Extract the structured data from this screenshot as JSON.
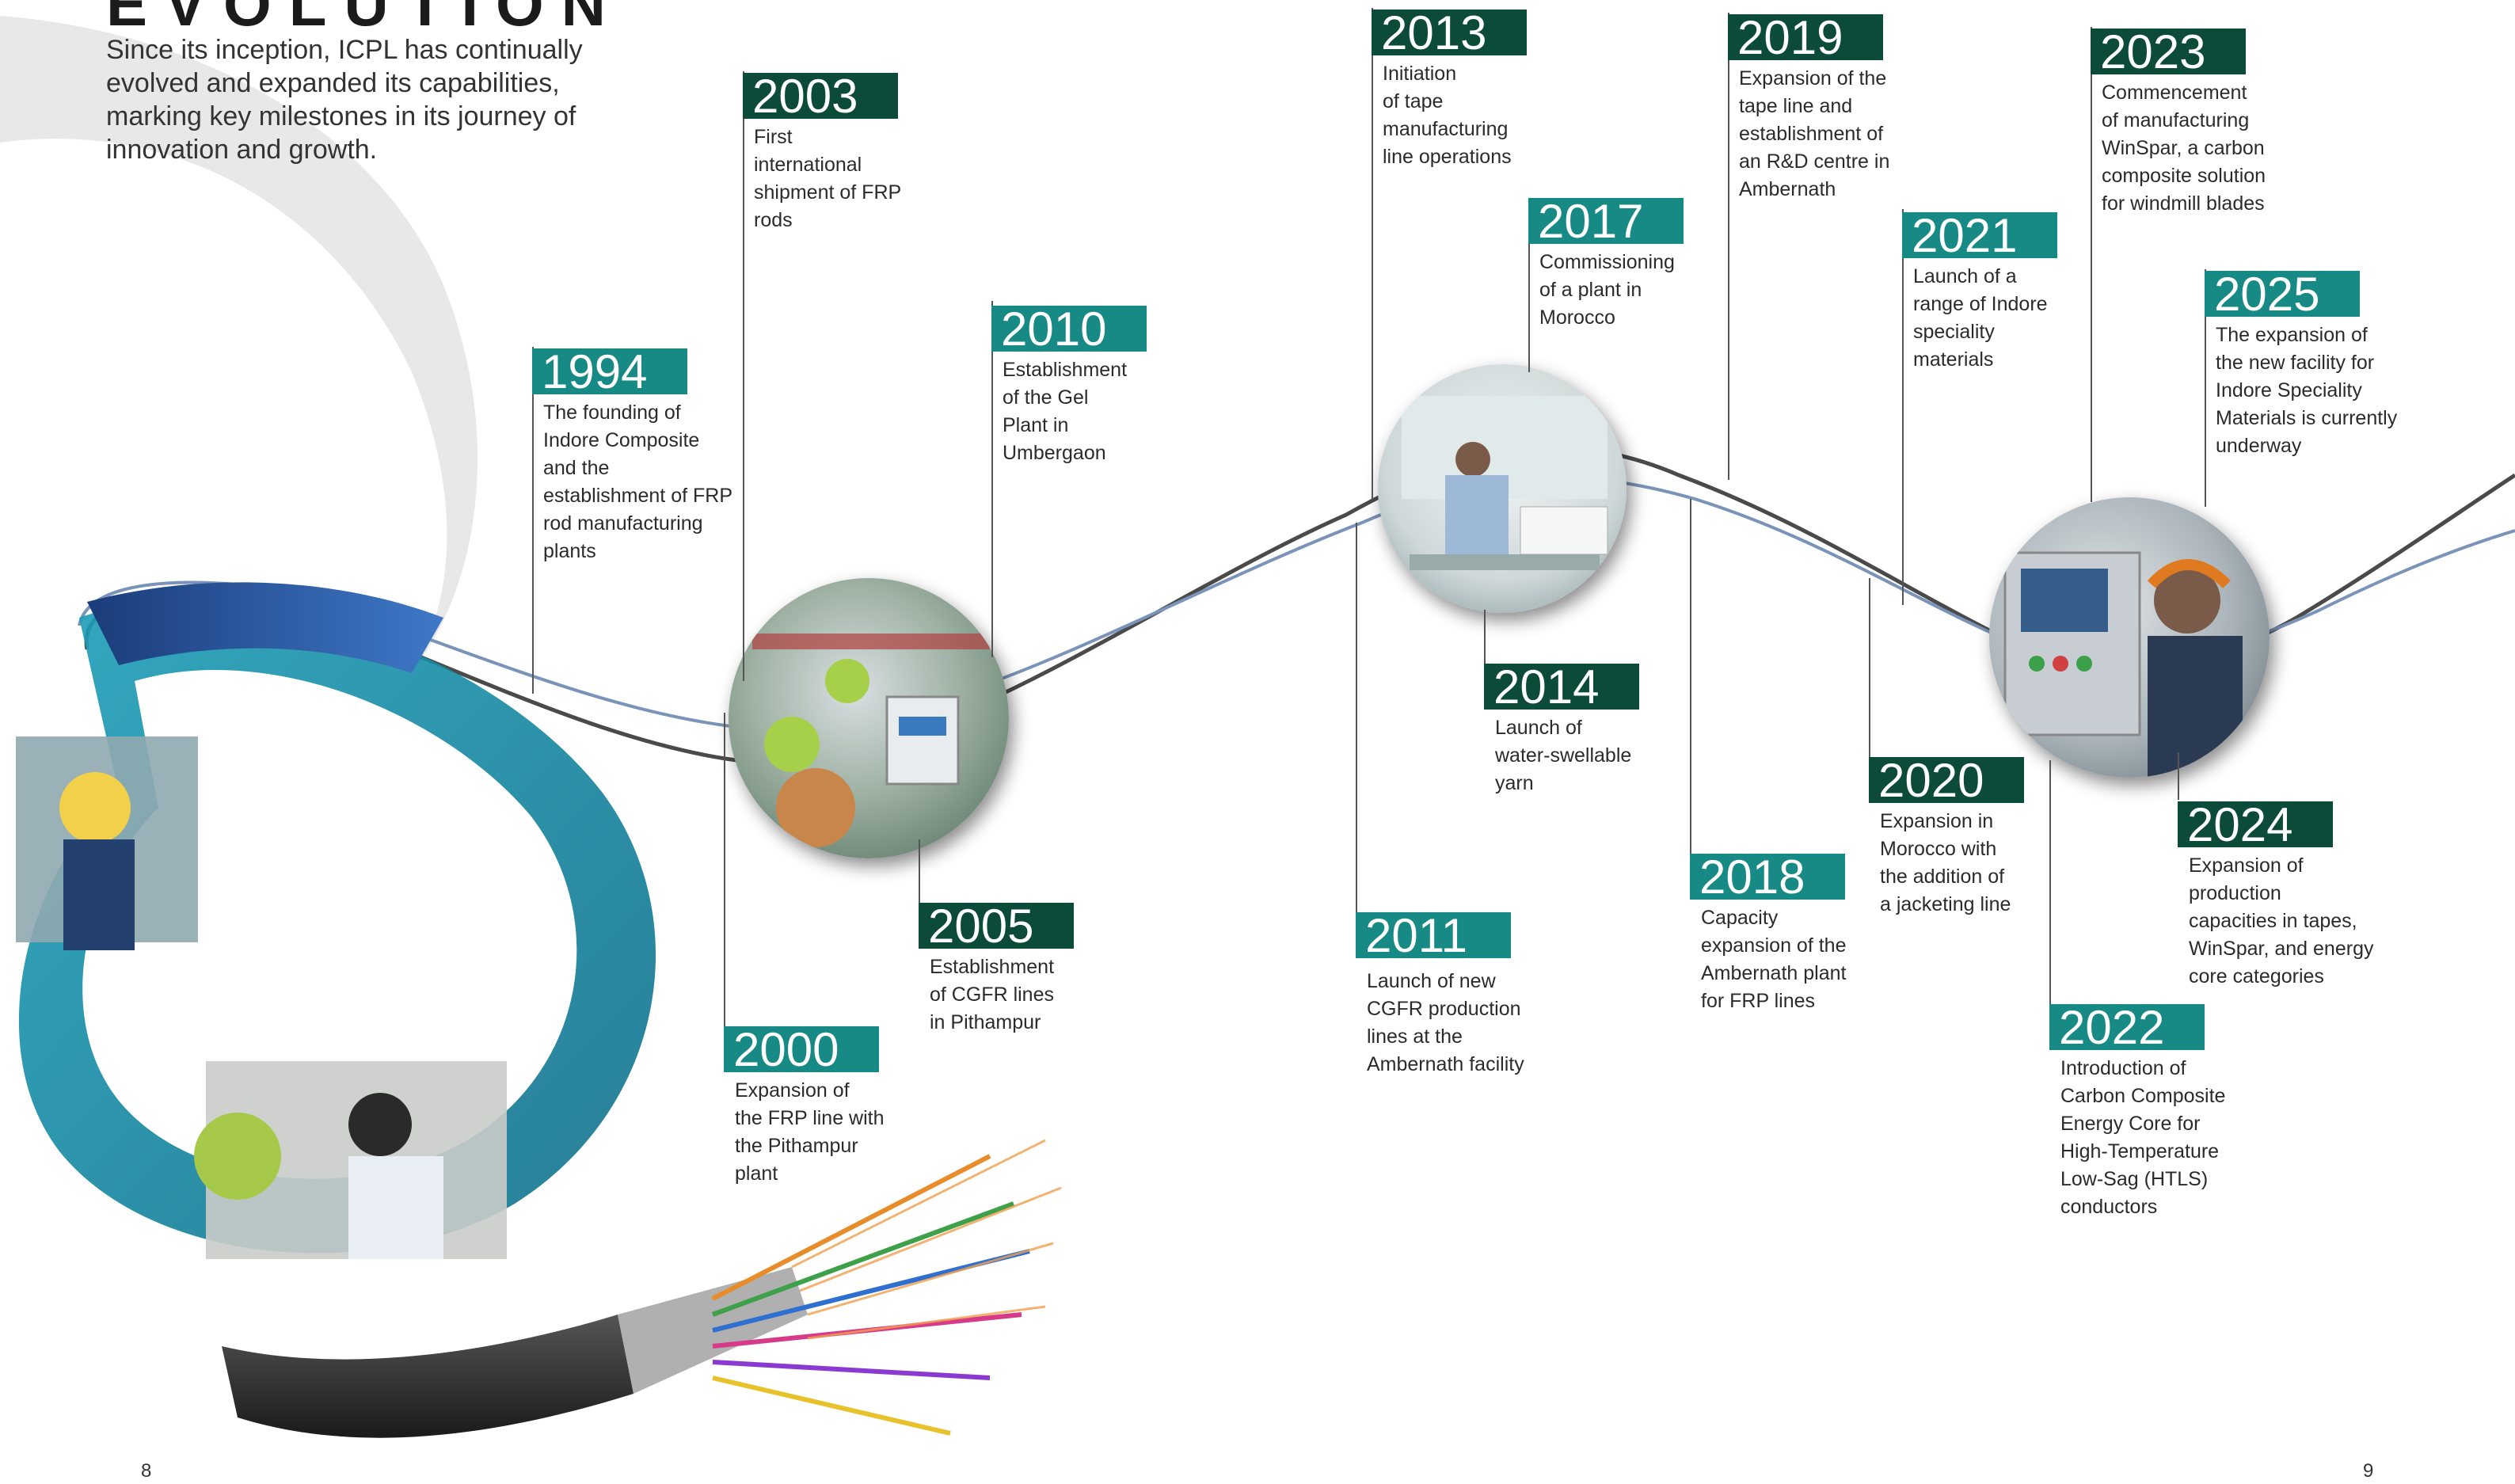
{
  "heading": {
    "title": "EVOLUTION"
  },
  "intro": {
    "text": "Since its inception, ICPL has continually evolved and expanded its capabilities, marking key milestones in its journey of innovation and growth."
  },
  "colors": {
    "teal": "#188a86",
    "dark_green": "#0c4a3a",
    "line_grey": "#4a4a4a",
    "line_blue": "#7a93b8",
    "swoosh_grey": "#e6e6e6"
  },
  "images": {
    "hero": "ribbon-collage-solar-factory-cable-image",
    "photo_1": "factory-machinery-circle-photo",
    "photo_2": "lab-technician-circle-photo",
    "photo_3": "operator-control-panel-circle-photo"
  },
  "events": [
    {
      "year": "1994",
      "text": "The founding of\nIndore Composite\nand the\nestablishment of FRP\nrod manufacturing\nplants"
    },
    {
      "year": "2000",
      "text": "Expansion of\nthe FRP line with\nthe Pithampur\nplant"
    },
    {
      "year": "2003",
      "text": "First\ninternational\nshipment of FRP\nrods"
    },
    {
      "year": "2005",
      "text": "Establishment\nof CGFR lines\nin Pithampur"
    },
    {
      "year": "2010",
      "text": "Establishment\nof the Gel\nPlant in\nUmbergaon"
    },
    {
      "year": "2011",
      "text": "Launch of new\nCGFR production\nlines at the\nAmbernath facility"
    },
    {
      "year": "2013",
      "text": "Initiation\nof tape\nmanufacturing\nline operations"
    },
    {
      "year": "2014",
      "text": "Launch of\nwater-swellable\nyarn"
    },
    {
      "year": "2017",
      "text": "Commissioning\nof a plant in\nMorocco"
    },
    {
      "year": "2018",
      "text": "Capacity\nexpansion of the\nAmbernath plant\nfor FRP lines"
    },
    {
      "year": "2019",
      "text": "Expansion of the\ntape line and\nestablishment of\nan R&D centre in\nAmbernath"
    },
    {
      "year": "2020",
      "text": "Expansion in\nMorocco with\nthe addition of\na jacketing line"
    },
    {
      "year": "2021",
      "text": "Launch of a\nrange of Indore\nspeciality\nmaterials"
    },
    {
      "year": "2022",
      "text": "Introduction of\nCarbon Composite\nEnergy Core for\nHigh-Temperature\nLow-Sag (HTLS)\nconductors"
    },
    {
      "year": "2023",
      "text": "Commencement\nof manufacturing\nWinSpar, a carbon\ncomposite solution\nfor windmill blades"
    },
    {
      "year": "2024",
      "text": "Expansion of\nproduction\ncapacities in tapes,\nWinSpar, and energy\ncore categories"
    },
    {
      "year": "2025",
      "text": "The expansion of\nthe new facility for\nIndore Speciality\nMaterials is currently\nunderway"
    }
  ],
  "page_numbers": {
    "left": "8",
    "right": "9"
  }
}
